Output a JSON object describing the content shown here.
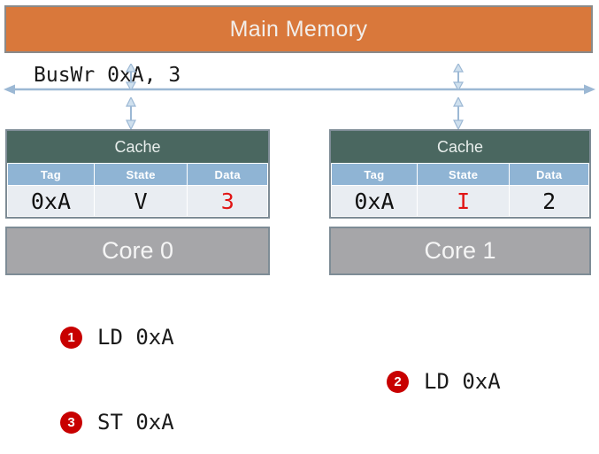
{
  "diagram": {
    "title": "Cache coherence bus write diagram",
    "main_memory": {
      "label": "Main Memory",
      "color": "#d9783b"
    },
    "bus": {
      "label": "BusWr 0xA, 3",
      "line_color": "#9cb8d4",
      "arrows": "double-headed-horizontal"
    },
    "connectors": [
      {
        "name": "memory-to-bus-left",
        "type": "double-arrow-vertical"
      },
      {
        "name": "memory-to-bus-right",
        "type": "double-arrow-vertical"
      },
      {
        "name": "bus-to-cache0",
        "type": "double-arrow-vertical"
      },
      {
        "name": "bus-to-cache1",
        "type": "double-arrow-vertical"
      }
    ],
    "caches": [
      {
        "title": "Cache",
        "headers": [
          "Tag",
          "State",
          "Data"
        ],
        "row": {
          "tag": "0xA",
          "state": "V",
          "data": "3"
        },
        "highlight": "data",
        "highlight_color": "#e11515",
        "core_label": "Core 0"
      },
      {
        "title": "Cache",
        "headers": [
          "Tag",
          "State",
          "Data"
        ],
        "row": {
          "tag": "0xA",
          "state": "I",
          "data": "2"
        },
        "highlight": "state",
        "highlight_color": "#e11515",
        "core_label": "Core 1"
      }
    ],
    "steps": [
      {
        "number": "1",
        "text": "LD 0xA"
      },
      {
        "number": "2",
        "text": "LD 0xA"
      },
      {
        "number": "3",
        "text": "ST 0xA"
      }
    ],
    "colors": {
      "memory_orange": "#d9783b",
      "cache_header_green": "#4a6760",
      "table_header_blue": "#8fb4d4",
      "core_gray": "#a6a6a9",
      "badge_red": "#c80000",
      "accent_red": "#e11515"
    }
  }
}
